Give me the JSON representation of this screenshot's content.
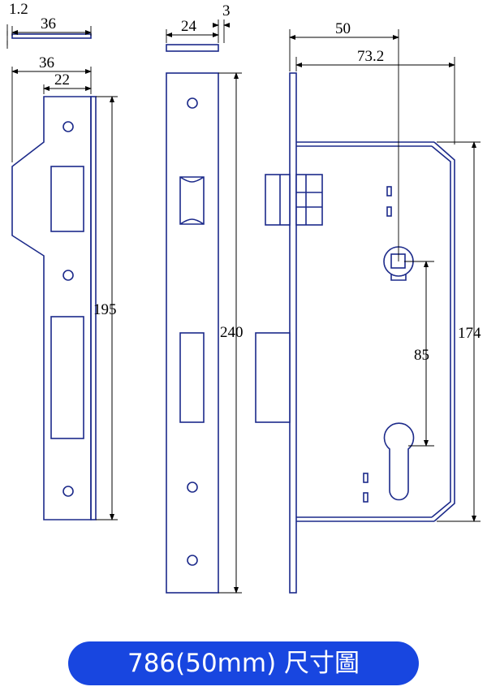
{
  "caption": "786(50mm) 尺寸圖",
  "dimensions": {
    "strike_thickness": "1.2",
    "strike_plate_width": "36",
    "strike_overall_width": "36",
    "strike_inner_width": "22",
    "strike_height": "195",
    "faceplate_width": "24",
    "faceplate_thickness": "3",
    "faceplate_height": "240",
    "backset": "50",
    "case_depth": "73.2",
    "center_distance": "85",
    "case_height": "174"
  },
  "colors": {
    "outline": "#1c2a8a",
    "dimension": "#000000",
    "caption_bg": "#1846e0",
    "caption_text": "#ffffff"
  }
}
